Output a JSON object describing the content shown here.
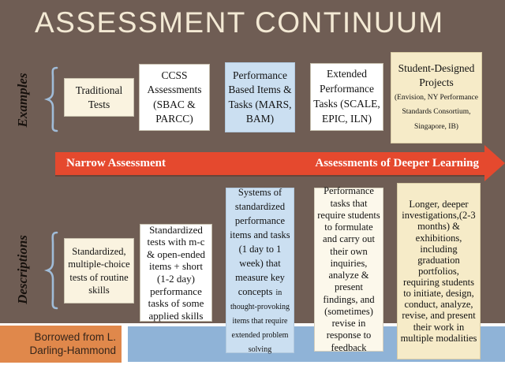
{
  "title": "ASSESSMENT CONTINUUM",
  "labels": {
    "examples": "Examples",
    "descriptions": "Descriptions"
  },
  "arrow": {
    "left": "Narrow Assessment",
    "right": "Assessments  of Deeper Learning"
  },
  "examples_boxes": [
    {
      "text": "Traditional Tests"
    },
    {
      "text": "CCSS Assessments (SBAC & PARCC)"
    },
    {
      "text": "Performance Based Items & Tasks (MARS, BAM)"
    },
    {
      "text": "Extended Performance Tasks (SCALE, EPIC, ILN)"
    },
    {
      "title": "Student-Designed Projects",
      "subtitle": "(Envision,  NY Performance Standards  Consortium, Singapore,  IB)"
    }
  ],
  "description_boxes": [
    {
      "text": "Standardized, multiple-choice tests of routine skills"
    },
    {
      "text": "Standardized tests with m-c & open-ended items + short (1-2 day) performance tasks of some applied skills"
    },
    {
      "text": "Systems of standardized performance items and tasks (1 day to 1 week) that measure key concepts",
      "small_text": "in thought-provoking items that require extended problem solving"
    },
    {
      "text": "Performance tasks that require students to formulate and carry out their own inquiries, analyze & present findings, and (sometimes) revise in response to feedback"
    },
    {
      "text": "Longer, deeper investigations,(2-3 months) & exhibitions, including graduation portfolios, requiring students to initiate, design, conduct, analyze, revise, and present their work in multiple modalities"
    }
  ],
  "credit": "Borrowed from L. Darling-Hammond",
  "colors": {
    "background": "#6f5d54",
    "title_text": "#f3e9d4",
    "arrow_red": "#e5492e",
    "box_blue": "#cbdff1",
    "box_cream": "#faf3e0",
    "box_tan": "#f6ebc8",
    "bottom_strip_blue": "#8fb3d7",
    "credit_orange": "#e0884b",
    "brace_blue": "#a0bcd8"
  }
}
